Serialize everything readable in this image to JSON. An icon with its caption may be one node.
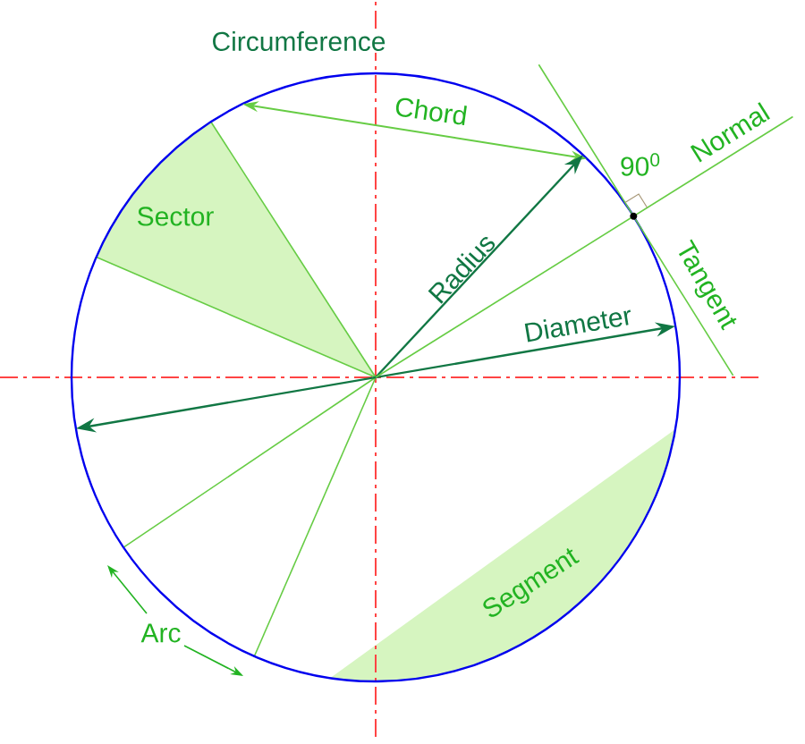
{
  "diagram": {
    "labels": [
      "Circumference",
      "Chord",
      "90$^{0}$",
      "Normal",
      "Sector",
      "Radius",
      "Tangent",
      "Diameter",
      "Arc",
      "Segment"
    ]
  }
}
